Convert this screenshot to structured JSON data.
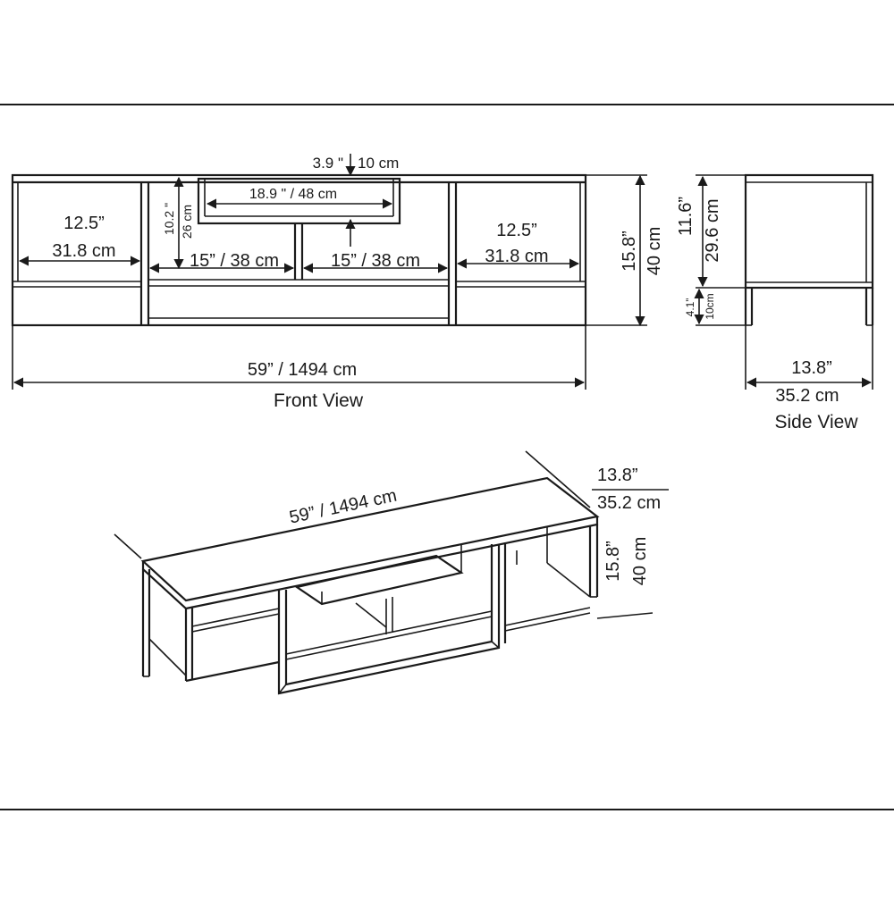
{
  "front_view": {
    "caption": "Front View",
    "top_gap_in": "3.9 \"",
    "top_gap_cm": "10 cm",
    "drawer_width": "18.9 \" / 48 cm",
    "drawer_height_in": "10.2 \"",
    "drawer_height_cm": "26 cm",
    "left_cell_in": "12.5”",
    "left_cell_cm": "31.8 cm",
    "mid_left_cell": "15” / 38 cm",
    "mid_right_cell": "15” / 38 cm",
    "right_cell_in": "12.5”",
    "right_cell_cm": "31.8 cm",
    "height_in": "15.8”",
    "height_cm": "40 cm",
    "width": "59” / 1494 cm"
  },
  "side_view": {
    "caption": "Side View",
    "upper_height_in": "11.6”",
    "upper_height_cm": "29.6 cm",
    "leg_height_in": "4.1”",
    "leg_height_cm": "10cm",
    "depth_in": "13.8”",
    "depth_cm": "35.2 cm"
  },
  "iso_view": {
    "width": "59” / 1494 cm",
    "depth_in": "13.8”",
    "depth_cm": "35.2 cm",
    "height_in": "15.8”",
    "height_cm": "40 cm"
  }
}
